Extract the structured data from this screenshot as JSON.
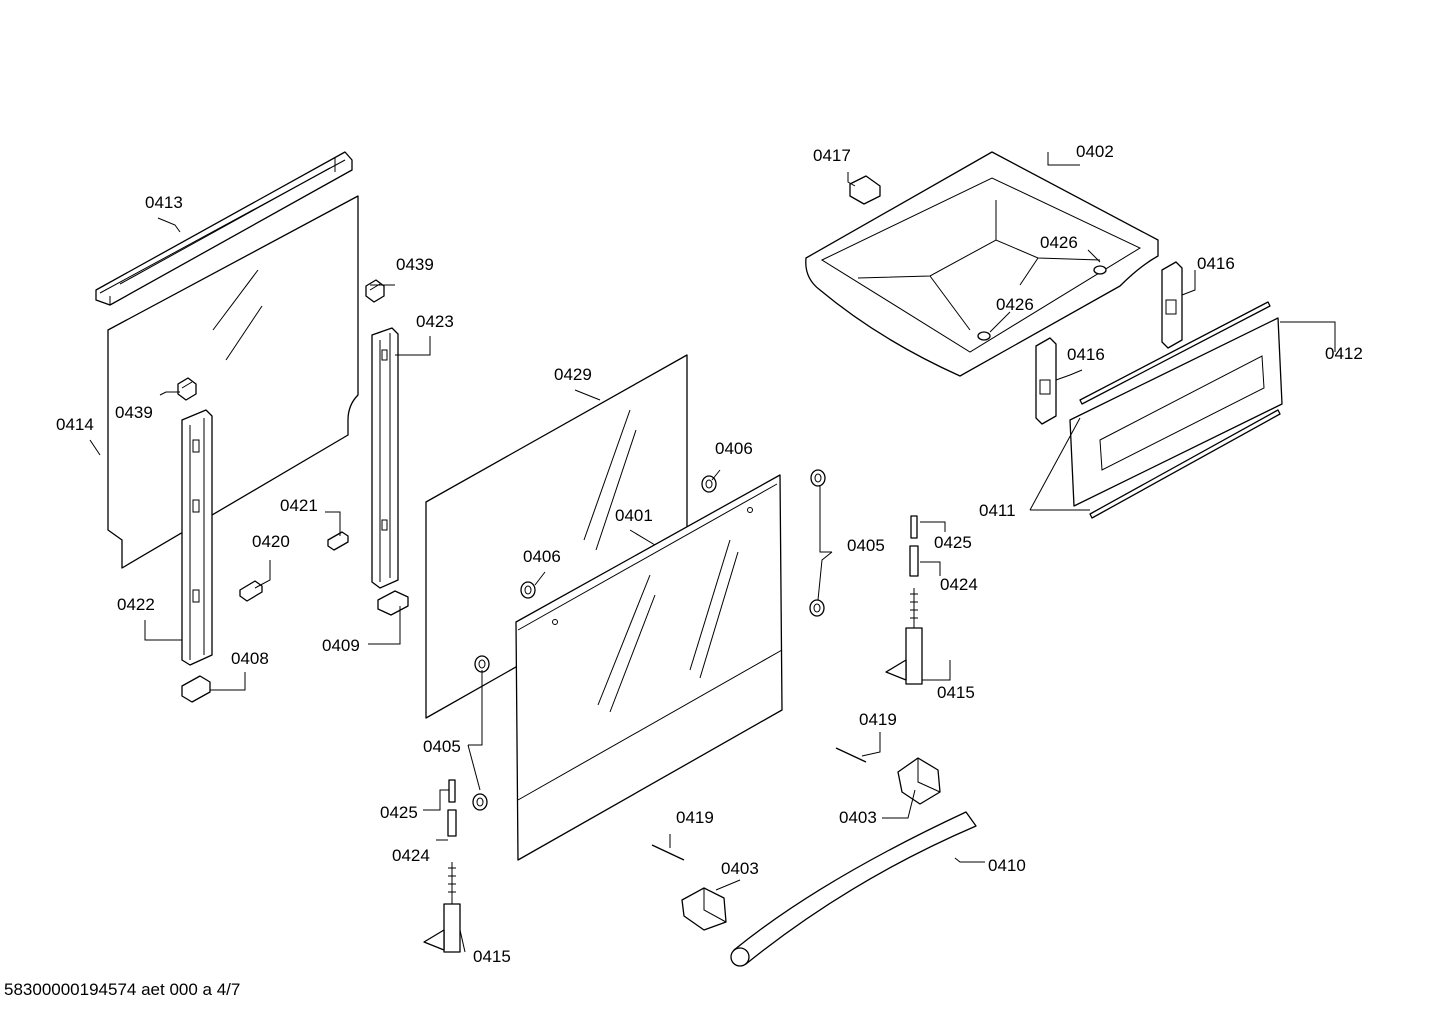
{
  "diagram": {
    "callouts": [
      "0401",
      "0402",
      "0403",
      "0405",
      "0406",
      "0408",
      "0409",
      "0410",
      "0411",
      "0412",
      "0413",
      "0414",
      "0415",
      "0416",
      "0417",
      "0419",
      "0420",
      "0421",
      "0422",
      "0423",
      "0424",
      "0425",
      "0426",
      "0429",
      "0439"
    ]
  },
  "footer": {
    "code": "58300000194574 aet 000 a 4/7"
  }
}
